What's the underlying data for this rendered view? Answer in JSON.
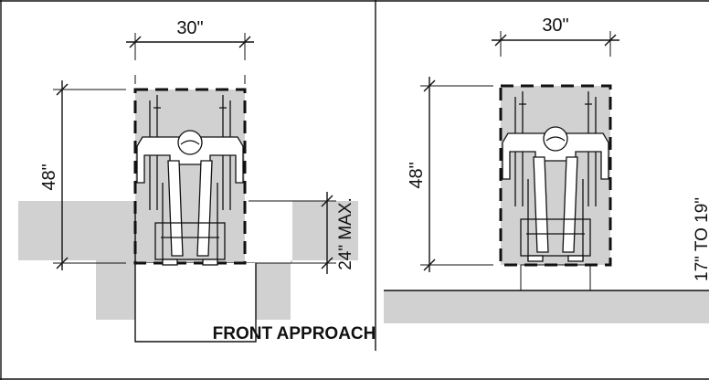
{
  "caption": "FRONT APPROACH",
  "left_panel": {
    "width_label": "30\"",
    "depth_label": "48\"",
    "knee_label": "24\" MAX."
  },
  "right_panel": {
    "width_label": "30\"",
    "depth_label": "48\"",
    "height_label": "17\" TO 19\""
  },
  "colors": {
    "fill": "#d1d1d1",
    "ink": "#111111",
    "background": "#ffffff"
  }
}
